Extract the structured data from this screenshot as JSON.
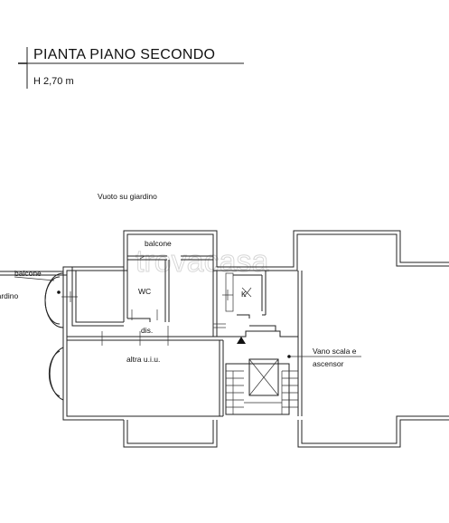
{
  "header": {
    "title": "PIANTA PIANO SECONDO",
    "height_note": "H 2,70 m"
  },
  "labels": {
    "void_garden": "Vuoto su giardino",
    "balcony_top": "balcone",
    "balcony_left": "balcone",
    "garden_left": "giardino",
    "wc": "WC",
    "kitchen": "K",
    "hall": "dis.",
    "other_unit": "altra u.i.u.",
    "stair_line1": "Vano scala e",
    "stair_line2": "ascensor"
  },
  "watermark": {
    "text": "trovacasa",
    "color": "#d7d7d7"
  }
}
